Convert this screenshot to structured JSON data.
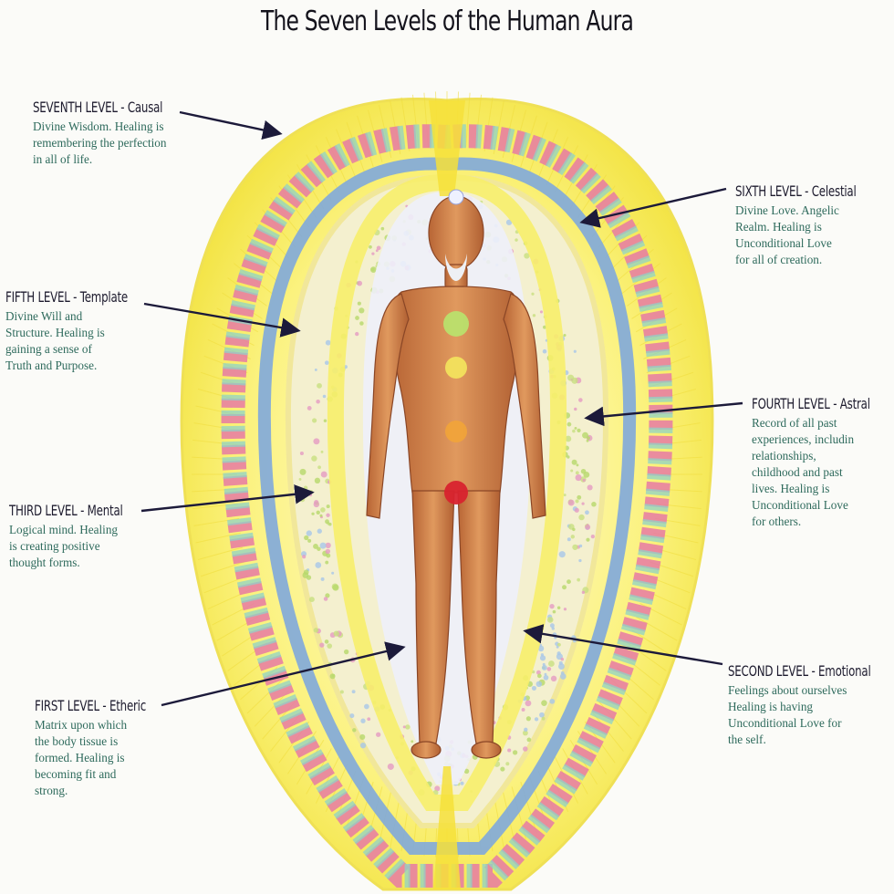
{
  "title": "The Seven Levels of the Human Aura",
  "levels": [
    {
      "name": "SEVENTH LEVEL - Causal",
      "desc": "Divine Wisdom.  Healing is\nremembering the perfection\nin all of life."
    },
    {
      "name": "SIXTH LEVEL - Celestial",
      "desc": "Divine Love.  Angelic\nRealm.  Healing is\nUnconditional Love\nfor all of creation."
    },
    {
      "name": "FIFTH LEVEL - Template",
      "desc": "Divine Will and\nStructure.  Healing is\ngaining a sense of\nTruth and Purpose."
    },
    {
      "name": "FOURTH LEVEL - Astral",
      "desc": "Record of all past\nexperiences, includin\nrelationships,\nchildhood and past\nlives.  Healing is\nUnconditional Love\nfor others."
    },
    {
      "name": "THIRD LEVEL - Mental",
      "desc": "Logical mind.  Healing\nis creating positive\nthought forms."
    },
    {
      "name": "SECOND LEVEL - Emotional",
      "desc": "Feelings about ourselves\nHealing is having\nUnconditional Love for\nthe self."
    },
    {
      "name": "FIRST LEVEL - Etheric",
      "desc": "Matrix upon which\nthe body tissue is\nformed.  Healing is\nbecoming fit and\nstrong."
    }
  ],
  "colors": {
    "outer_aura": "#f6ec5a",
    "blue_band": "#7fa8dc",
    "label_heading": "#1d1b2e",
    "label_text": "#2e6a5c",
    "body": "#d4834f",
    "arrow": "#1c1a3a"
  }
}
